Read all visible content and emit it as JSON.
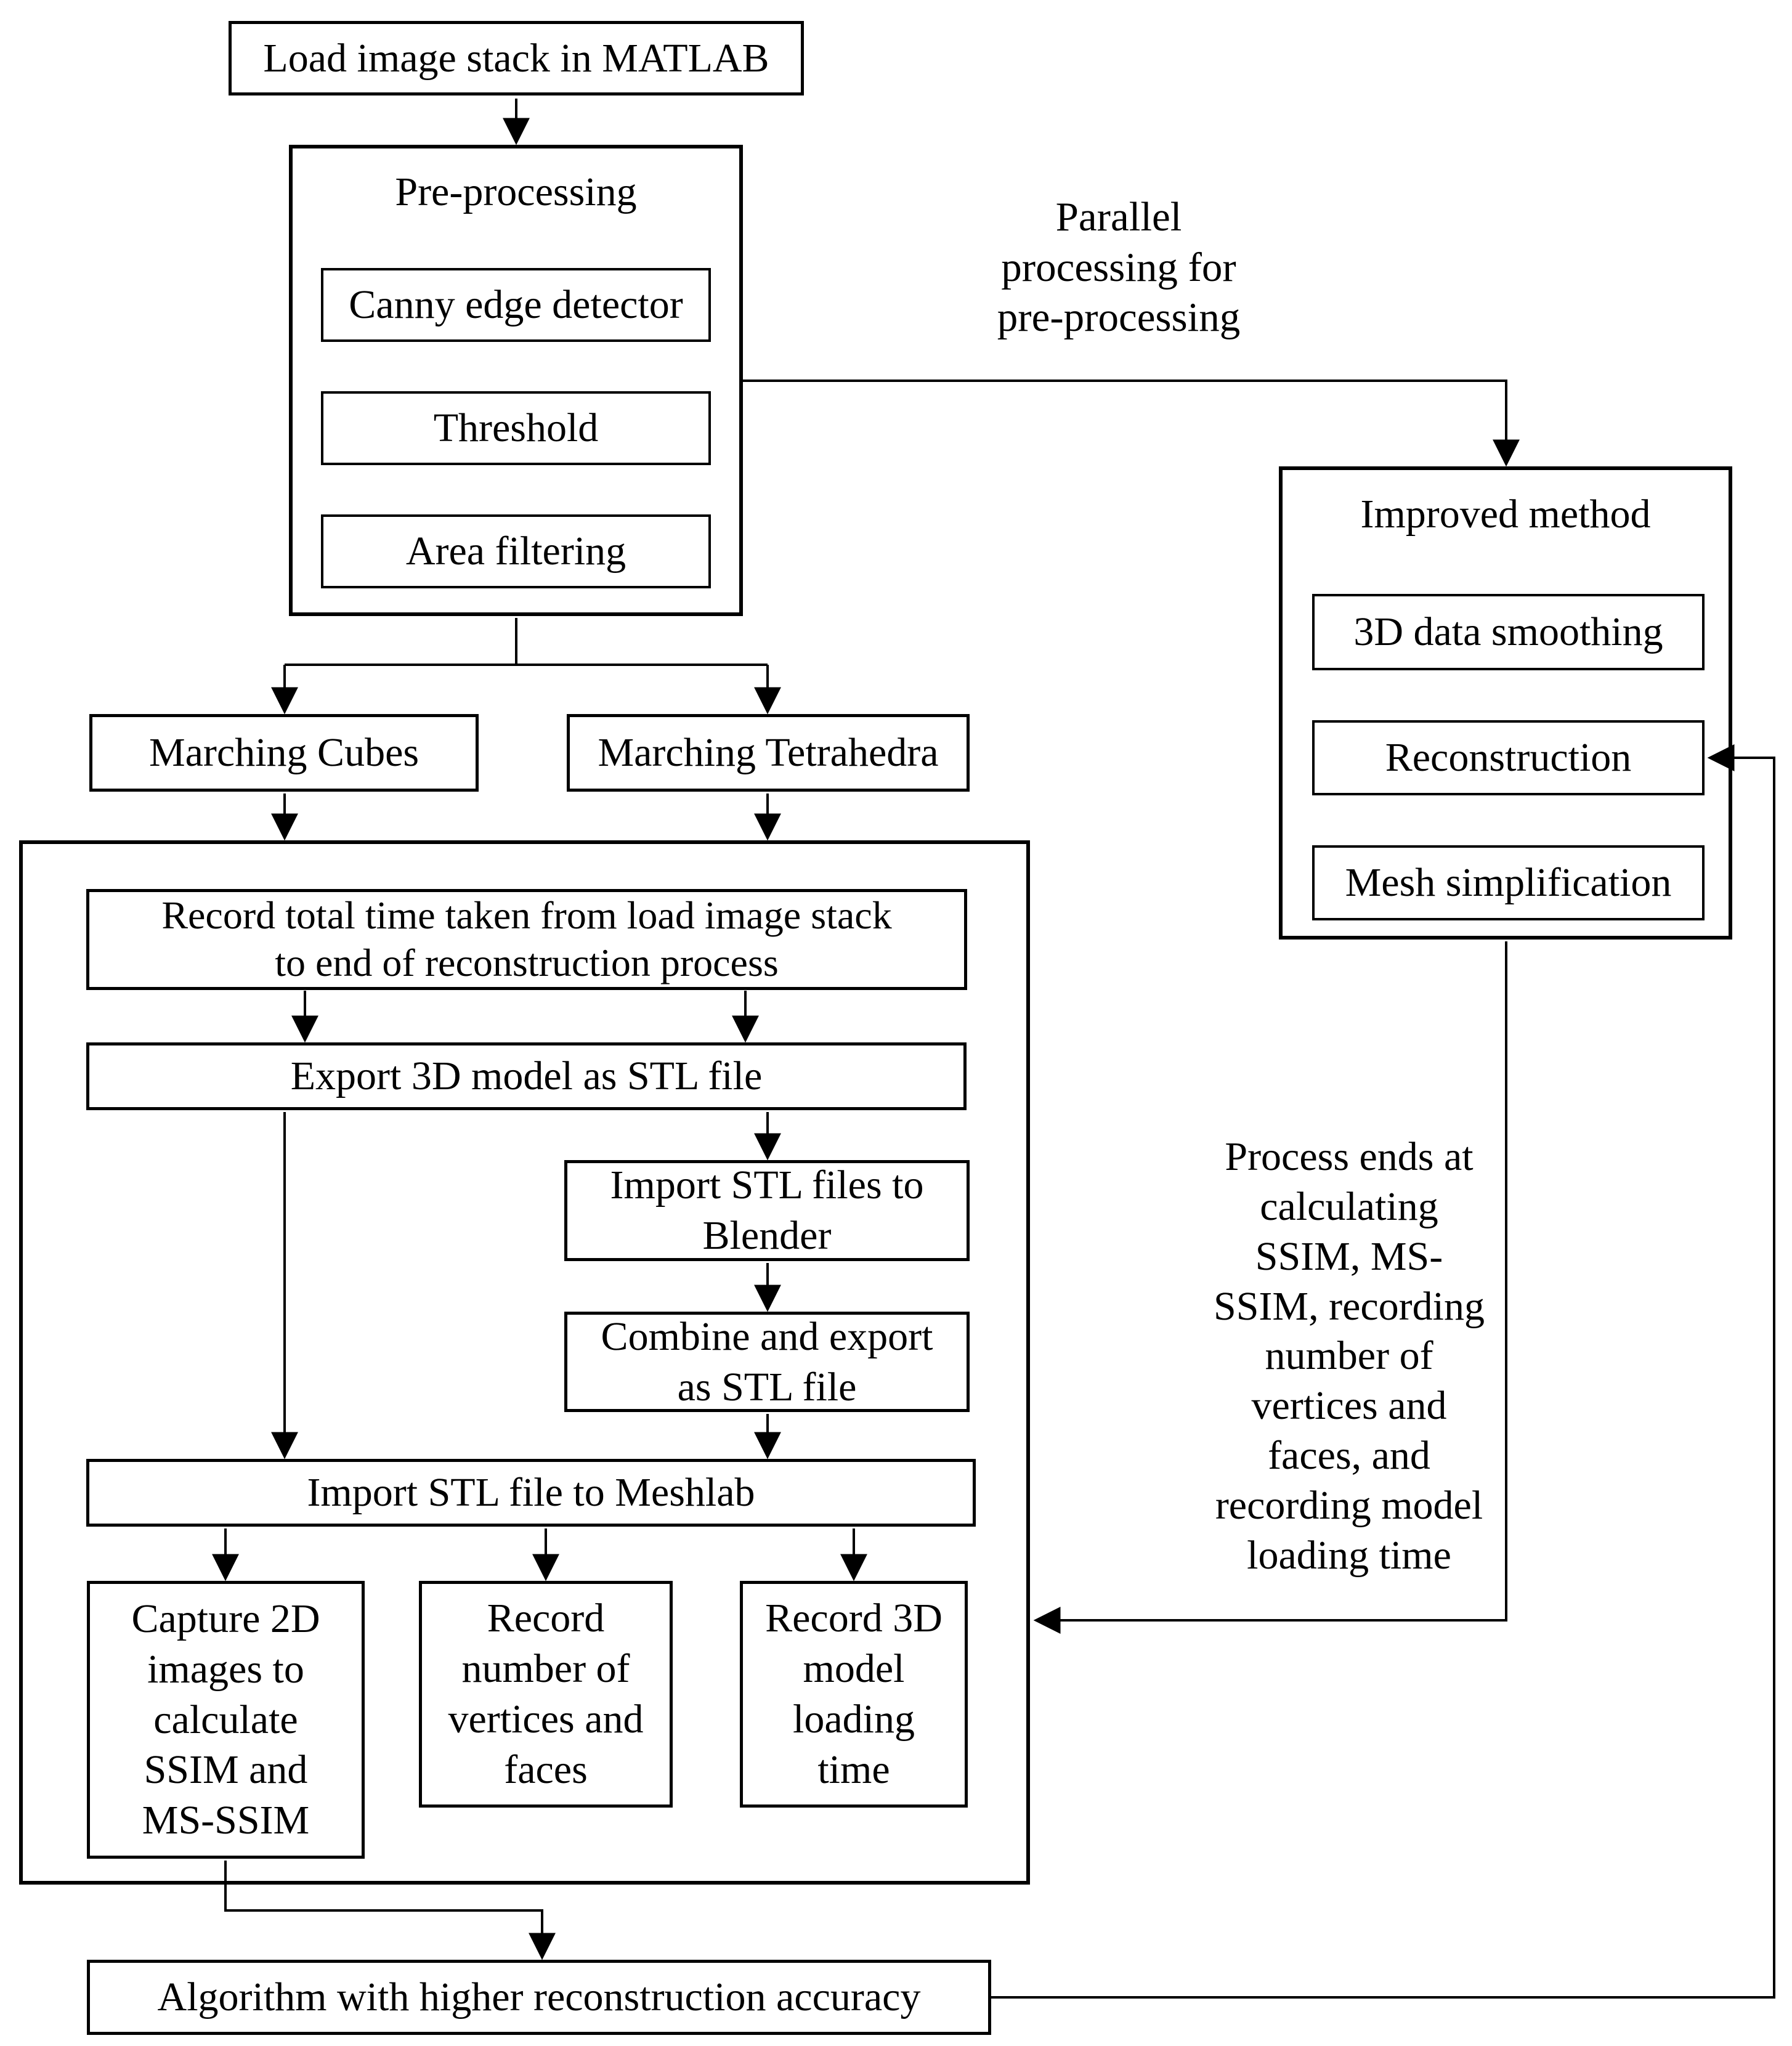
{
  "diagram": {
    "load_box": "Load image stack in MATLAB",
    "preprocessing": {
      "title": "Pre-processing",
      "canny": "Canny edge detector",
      "threshold": "Threshold",
      "area": "Area filtering"
    },
    "parallel_label": "Parallel\nprocessing for\npre-processing",
    "improved": {
      "title": "Improved method",
      "smoothing": "3D data smoothing",
      "reconstruction": "Reconstruction",
      "mesh": "Mesh simplification"
    },
    "marching_cubes": "Marching Cubes",
    "marching_tetrahedra": "Marching Tetrahedra",
    "pipeline": {
      "record_total_time": "Record total time taken from load image stack\nto end of reconstruction process",
      "export_stl": "Export 3D model as STL file",
      "import_blender": "Import STL files to\nBlender",
      "combine_export": "Combine and export\nas STL file",
      "import_meshlab": "Import STL file to Meshlab",
      "capture_2d": "Capture 2D\nimages to\ncalculate\nSSIM and\nMS-SSIM",
      "record_vertices": "Record\nnumber of\nvertices and\nfaces",
      "record_loading": "Record 3D\nmodel\nloading\ntime"
    },
    "process_ends_label": "Process ends at\ncalculating\nSSIM, MS-\nSSIM, recording\nnumber of\nvertices and\nfaces, and\nrecording model\nloading time",
    "algorithm_box": "Algorithm with higher reconstruction accuracy",
    "colors": {
      "line": "#000000",
      "background": "#ffffff"
    }
  }
}
